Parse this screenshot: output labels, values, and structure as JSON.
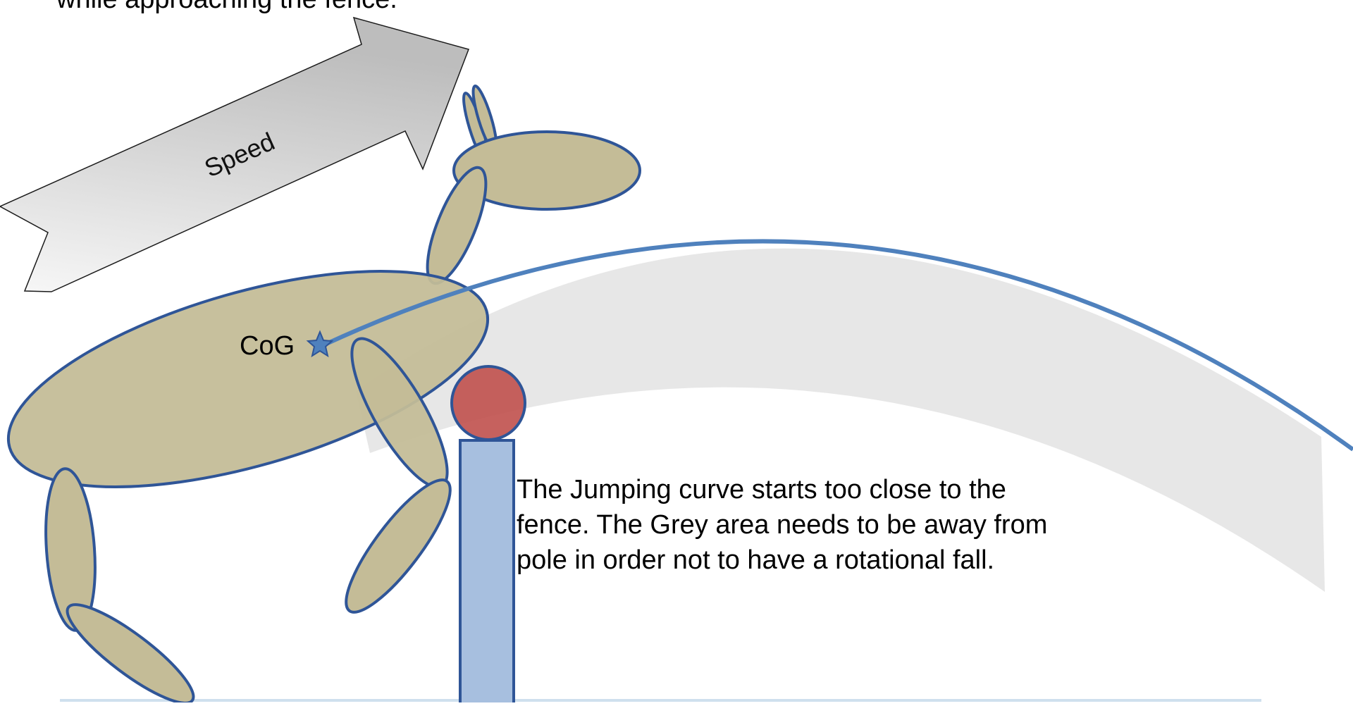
{
  "diagram": {
    "top_caption": "while approaching the fence.",
    "arrow_label": "Speed",
    "cog_label": "CoG",
    "note": "The Jumping curve starts too close to the fence. The Grey area needs to be away from pole in order not to have a rotational fall.",
    "colors": {
      "body_fill": "#c4bc97",
      "outline": "#2f5597",
      "trajectory": "#4f81bd",
      "grey_band": "#d9d9d9",
      "pole_fill": "#a7bfdf",
      "ball_fill": "#c0504d",
      "ground": "#cfe0ee"
    }
  }
}
